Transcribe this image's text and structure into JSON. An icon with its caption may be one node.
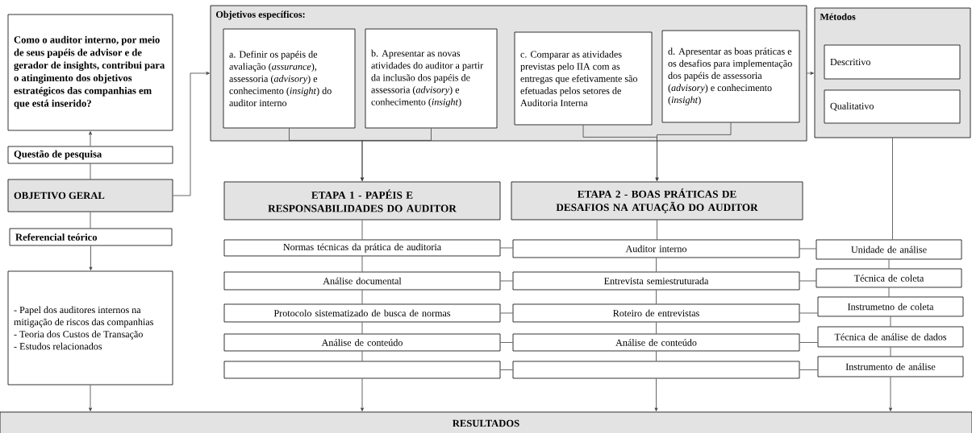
{
  "diagram": {
    "nodes": [
      {
        "text": [
          "Como o auditor interno, por meio de seus papéis de advisor e de gerador de insights, contribui para o atingimento dos objetivos estratégicos das companhias em que está inserido?"
        ]
      },
      {
        "text": [
          "Questão de pesquisa"
        ]
      },
      {
        "text": [
          "OBJETIVO GERAL"
        ]
      },
      {
        "text": [
          "Referencial teórico"
        ]
      },
      {
        "text": [
          "- Papel dos auditores internos na mitigação de riscos das companhias",
          "- Teoria dos Custos de Transação",
          "- Estudos relacionados"
        ]
      },
      {
        "text": [
          "Objetivos específicos:"
        ]
      },
      {
        "text": [
          "a. Definir os papéis de avaliação (*assurance*), assessoria (*advisory*) e conhecimento (*insight*) do auditor interno"
        ],
        "in": 5
      },
      {
        "text": [
          "b. Apresentar as novas atividades do auditor a partir da inclusão dos papéis de assessoria (*advisory*) e conhecimento (*insight*)"
        ],
        "in": 5
      },
      {
        "text": [
          "c. Comparar as atividades previstas pelo IIA com as entregas que efetivamente são efetuadas pelos setores de Auditoria Interna"
        ],
        "in": 5
      },
      {
        "text": [
          "d. Apresentar as boas práticas e os desafios para implementação dos papéis de assessoria (*advisory*) e conhecimento (*insight*)"
        ],
        "in": 5
      },
      {
        "text": [
          "Métodos"
        ]
      },
      {
        "text": [
          "Descritivo"
        ],
        "in": 10
      },
      {
        "text": [
          "Qualitativo"
        ],
        "in": 10
      },
      {
        "text": [
          "ETAPA 1 - PAPÉIS E RESPONSABILIDADES DO AUDITOR"
        ]
      },
      {
        "text": [
          "ETAPA 2 - BOAS PRÁTICAS DE DESAFIOS NA ATUAÇÃO DO AUDITOR"
        ]
      },
      {
        "text": [
          "Normas técnicas da prática de auditoria"
        ]
      },
      {
        "text": [
          "Análise documental"
        ]
      },
      {
        "text": [
          "Protocolo sistematizado de busca de normas"
        ]
      },
      {
        "text": [
          "Análise de conteúdo"
        ]
      },
      {
        "text": [],
        "shape": "box"
      },
      {
        "text": [
          "Auditor interno"
        ]
      },
      {
        "text": [
          "Entrevista semiestruturada"
        ]
      },
      {
        "text": [
          "Roteiro de entrevistas"
        ]
      },
      {
        "text": [
          "Análise de conteúdo"
        ]
      },
      {
        "text": [],
        "shape": "box"
      },
      {
        "text": [
          "Unidade de análise"
        ]
      },
      {
        "text": [
          "Técnica de coleta"
        ]
      },
      {
        "text": [
          "Instrumetno de coleta"
        ]
      },
      {
        "text": [
          "Técnica de análise de dados"
        ]
      },
      {
        "text": [
          "Instrumento de análise"
        ]
      },
      {
        "text": [
          "RESULTADOS"
        ]
      }
    ],
    "edges": [
      {
        "from": 1,
        "to": 0,
        "arrow": "to"
      },
      {
        "from": 2,
        "to": 1,
        "arrow": "none"
      },
      {
        "from": 2,
        "to": 3,
        "arrow": "none"
      },
      {
        "from": 3,
        "to": 4,
        "arrow": "to"
      },
      {
        "from": 4,
        "to": 30,
        "arrow": "to"
      },
      {
        "from": 2,
        "to": 5,
        "arrow": "to"
      },
      {
        "from": 5,
        "to": 10,
        "arrow": "to"
      },
      {
        "from": 6,
        "to": 13,
        "arrow": "to"
      },
      {
        "from": 7,
        "to": 13,
        "arrow": "to"
      },
      {
        "from": 8,
        "to": 14,
        "arrow": "to"
      },
      {
        "from": 9,
        "to": 14,
        "arrow": "to"
      },
      {
        "from": 13,
        "to": 15,
        "arrow": "none"
      },
      {
        "from": 15,
        "to": 16,
        "arrow": "none"
      },
      {
        "from": 16,
        "to": 17,
        "arrow": "none"
      },
      {
        "from": 17,
        "to": 18,
        "arrow": "none"
      },
      {
        "from": 18,
        "to": 19,
        "arrow": "none"
      },
      {
        "from": 19,
        "to": 30,
        "arrow": "to"
      },
      {
        "from": 14,
        "to": 20,
        "arrow": "none"
      },
      {
        "from": 20,
        "to": 21,
        "arrow": "none"
      },
      {
        "from": 21,
        "to": 22,
        "arrow": "none"
      },
      {
        "from": 22,
        "to": 23,
        "arrow": "none"
      },
      {
        "from": 23,
        "to": 24,
        "arrow": "none"
      },
      {
        "from": 24,
        "to": 30,
        "arrow": "to"
      },
      {
        "from": 10,
        "to": 25,
        "arrow": "none"
      },
      {
        "from": 25,
        "to": 26,
        "arrow": "none"
      },
      {
        "from": 26,
        "to": 27,
        "arrow": "none"
      },
      {
        "from": 27,
        "to": 28,
        "arrow": "none"
      },
      {
        "from": 28,
        "to": 29,
        "arrow": "none"
      },
      {
        "from": 29,
        "to": 30,
        "arrow": "to"
      },
      {
        "from": 15,
        "to": 20,
        "arrow": "none"
      },
      {
        "from": 16,
        "to": 21,
        "arrow": "none"
      },
      {
        "from": 17,
        "to": 22,
        "arrow": "none"
      },
      {
        "from": 18,
        "to": 23,
        "arrow": "none"
      },
      {
        "from": 19,
        "to": 24,
        "arrow": "none"
      },
      {
        "from": 20,
        "to": 25,
        "arrow": "none"
      },
      {
        "from": 21,
        "to": 26,
        "arrow": "none"
      },
      {
        "from": 22,
        "to": 27,
        "arrow": "none"
      },
      {
        "from": 23,
        "to": 28,
        "arrow": "none"
      },
      {
        "from": 24,
        "to": 29,
        "arrow": "none"
      }
    ]
  }
}
